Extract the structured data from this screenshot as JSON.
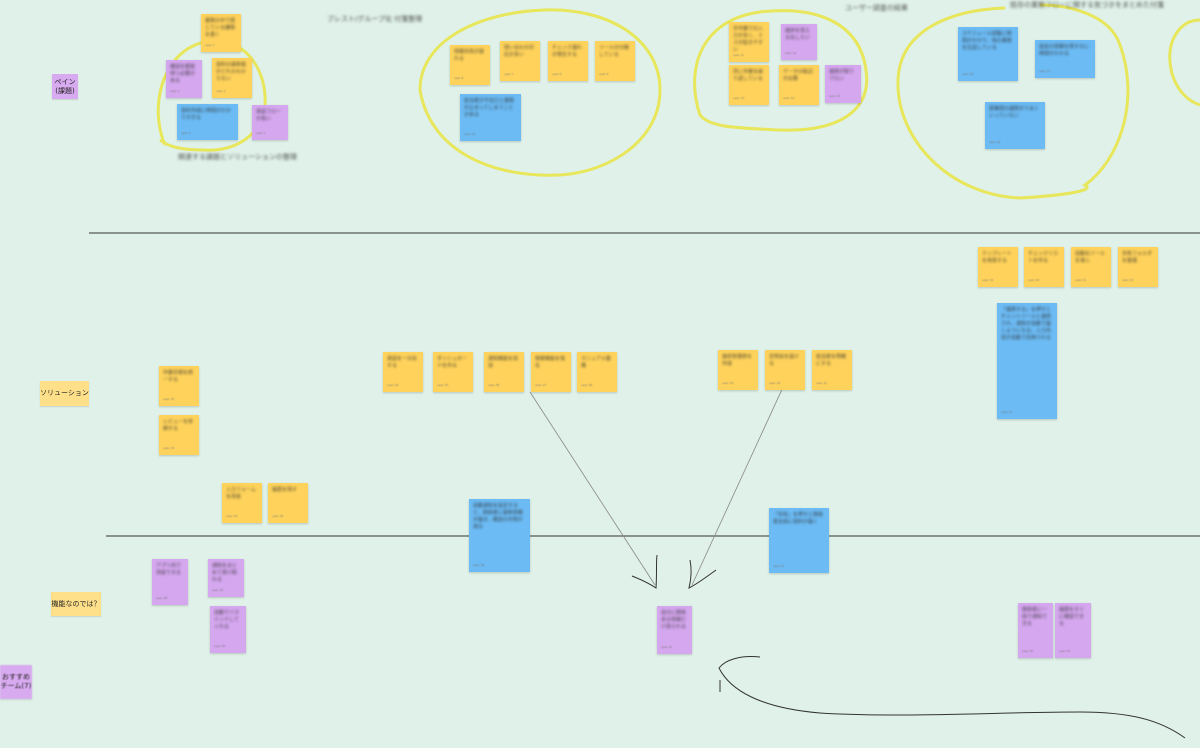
{
  "row_labels": [
    {
      "id": "pain",
      "text": "ペイン\n(課題)",
      "color": "purple"
    },
    {
      "id": "solution",
      "text": "ソリューション",
      "color": "yellow"
    },
    {
      "id": "feature",
      "text": "機能なのでは？",
      "color": "yellow"
    },
    {
      "id": "edge",
      "text": "おすすめ\nチーム(7)",
      "color": "purple"
    }
  ],
  "captions": [
    {
      "text": "ブレスト/グループ化 付箋整理"
    },
    {
      "text": "ユーザー調査の結果"
    },
    {
      "text": "関連する課題とソリューションの整理"
    },
    {
      "text": "既存の業務フローに関する気づきをまとめた付箋"
    }
  ],
  "notes": [
    {
      "color": "yellow",
      "text": "業務の中で感じている課題を書く",
      "meta": "user 1"
    },
    {
      "color": "purple",
      "text": "確認を都度待つ必要がある",
      "meta": "user 2"
    },
    {
      "color": "yellow",
      "text": "資料の最新版がどれかわからない",
      "meta": "user 3"
    },
    {
      "color": "blue",
      "text": "資料作成に時間がかかりすぎる",
      "meta": "user 4"
    },
    {
      "color": "purple",
      "text": "承認フローが長い",
      "meta": "user 5"
    },
    {
      "color": "yellow",
      "text": "情報共有が遅れる",
      "meta": "user 6"
    },
    {
      "color": "yellow",
      "text": "問い合わせ対応が多い",
      "meta": "user 7"
    },
    {
      "color": "yellow",
      "text": "チェック漏れが発生する",
      "meta": "user 8"
    },
    {
      "color": "yellow",
      "text": "ツールが分散している",
      "meta": "user 9"
    },
    {
      "color": "blue",
      "text": "担当者が不在だと業務が止まってしまうことがある",
      "meta": "user 10"
    },
    {
      "color": "yellow",
      "text": "手作業での入力が多く、ミスが起きやすい",
      "meta": "user 11"
    },
    {
      "color": "purple",
      "text": "進捗を見える化したい",
      "meta": "user 12"
    },
    {
      "color": "yellow",
      "text": "同じ作業を繰り返している",
      "meta": "user 13"
    },
    {
      "color": "yellow",
      "text": "データの転記が必要",
      "meta": "user 14"
    },
    {
      "color": "purple",
      "text": "連携が取りづらい",
      "meta": "user 15"
    },
    {
      "color": "blue",
      "text": "スケジュール調整に時間がかかり、他の業務を圧迫している",
      "meta": "user 16"
    },
    {
      "color": "blue",
      "text": "過去の情報を探すのに時間がかかる",
      "meta": "user 17"
    },
    {
      "color": "blue",
      "text": "部署間の連携がうまくいっていない",
      "meta": "user 18"
    },
    {
      "color": "yellow",
      "text": "テンプレートを用意する",
      "meta": "user 19"
    },
    {
      "color": "yellow",
      "text": "チェックリストを作る",
      "meta": "user 20"
    },
    {
      "color": "yellow",
      "text": "自動化ツールを導入",
      "meta": "user 21"
    },
    {
      "color": "yellow",
      "text": "共有フォルダを整理",
      "meta": "user 22"
    },
    {
      "color": "blue",
      "text": "「連携する」を押すとチャットツールと連携され、通知が自動で届くようになる。入力内容が自動で反映される",
      "meta": "user 23"
    },
    {
      "color": "yellow",
      "text": "承認を一元化する",
      "meta": "user 24"
    },
    {
      "color": "yellow",
      "text": "ダッシュボードを作る",
      "meta": "user 25"
    },
    {
      "color": "yellow",
      "text": "通知機能を追加",
      "meta": "user 26"
    },
    {
      "color": "yellow",
      "text": "検索機能を強化",
      "meta": "user 27"
    },
    {
      "color": "yellow",
      "text": "マニュアル整備",
      "meta": "user 28"
    },
    {
      "color": "yellow",
      "text": "進捗管理表を作成",
      "meta": "user 29"
    },
    {
      "color": "yellow",
      "text": "定例会を設ける",
      "meta": "user 30"
    },
    {
      "color": "yellow",
      "text": "担当者を明確にする",
      "meta": "user 31"
    },
    {
      "color": "yellow",
      "text": "作業手順を統一する",
      "meta": "user 32"
    },
    {
      "color": "yellow",
      "text": "レビューを依頼する",
      "meta": "user 33"
    },
    {
      "color": "yellow",
      "text": "入力フォームを改善",
      "meta": "user 34"
    },
    {
      "color": "yellow",
      "text": "履歴を残す",
      "meta": "user 35"
    },
    {
      "color": "blue",
      "text": "自動通知を設定すると、関係者に最新情報が届き、確認の手間が減る",
      "meta": "user 36"
    },
    {
      "color": "blue",
      "text": "「共有」を押すと関係者全員に資料が届く",
      "meta": "user 37"
    },
    {
      "color": "purple",
      "text": "アプリ内で完結できる",
      "meta": "user 38"
    },
    {
      "color": "purple",
      "text": "通知をまとめて受け取れる",
      "meta": "user 39"
    },
    {
      "color": "purple",
      "text": "自動でリマインドしてくれる",
      "meta": "user 40"
    },
    {
      "color": "purple",
      "text": "自分に関係ある情報だけ見られる",
      "meta": "user 41"
    },
    {
      "color": "purple",
      "text": "関係者に一括で通知できる",
      "meta": "user 42"
    },
    {
      "color": "purple",
      "text": "履歴をすぐに確認できる",
      "meta": "user 43"
    }
  ]
}
